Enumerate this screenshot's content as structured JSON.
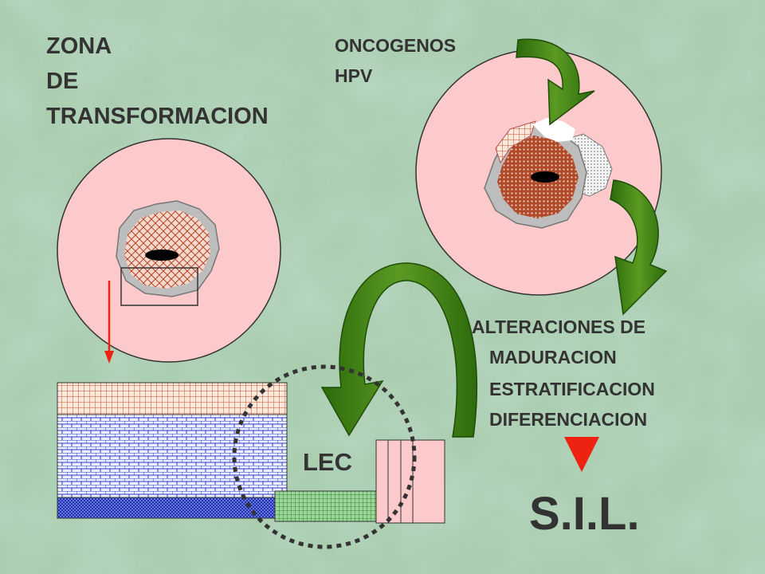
{
  "title_lines": [
    "ZONA",
    "DE",
    "TRANSFORMACION"
  ],
  "oncogenes_lines": [
    "ONCOGENOS",
    "HPV"
  ],
  "alterations_lines": [
    "ALTERACIONES DE",
    "MADURACION",
    "ESTRATIFICACION",
    "DIFERENCIACION"
  ],
  "lec_label": "LEC",
  "sil_label": "S.I.L.",
  "colors": {
    "background": "#a9cfa6",
    "cell_pink": "#fccaca",
    "arrow_green": "#3a7a12",
    "arrow_red": "#ee2211",
    "text": "#333333"
  }
}
